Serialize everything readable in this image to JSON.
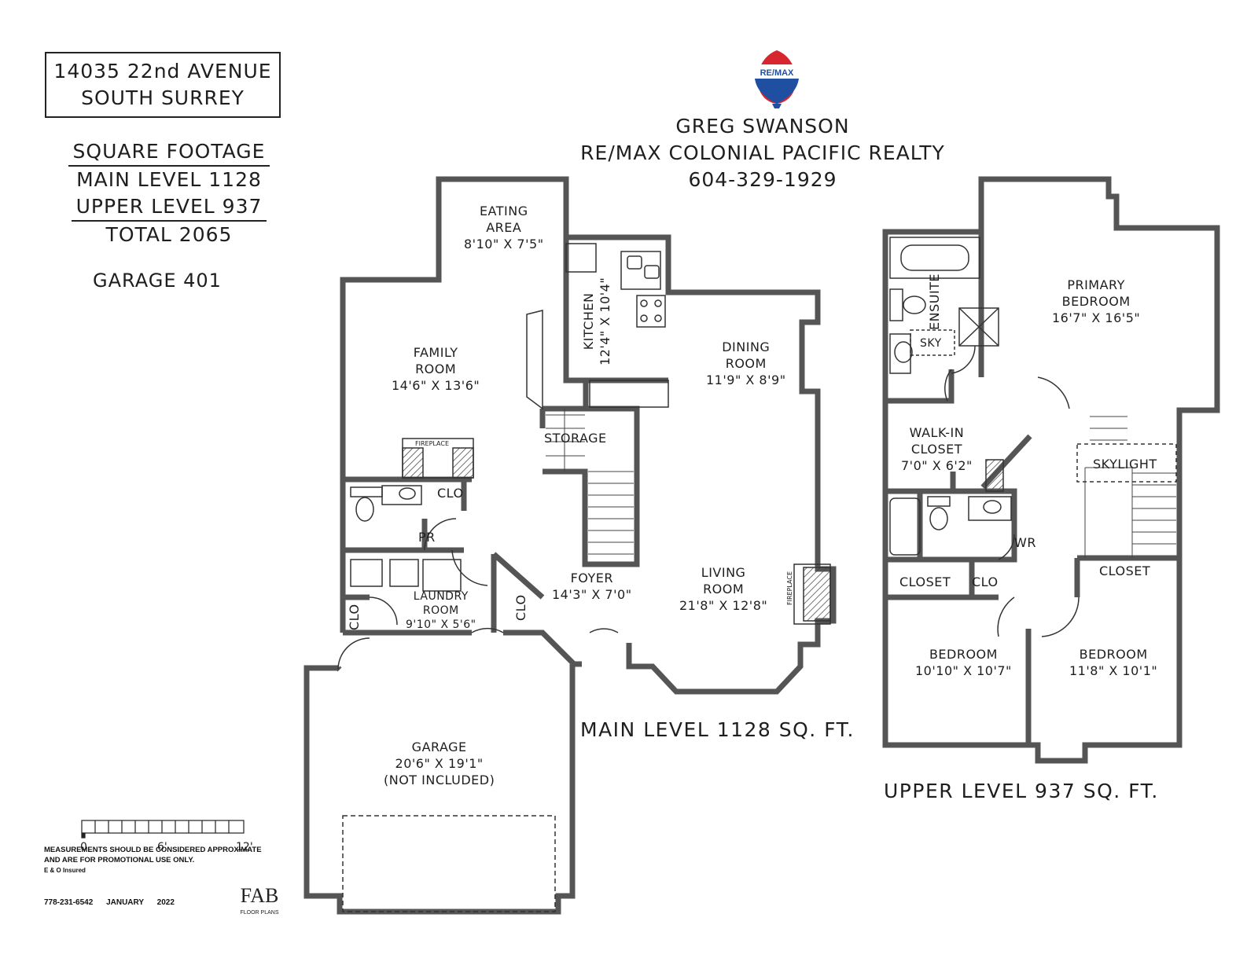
{
  "header": {
    "address_line1": "14035 22nd AVENUE",
    "address_line2": "SOUTH SURREY"
  },
  "square_footage": {
    "title": "SQUARE FOOTAGE",
    "main": "MAIN LEVEL 1128",
    "upper": "UPPER LEVEL 937",
    "total": "TOTAL 2065",
    "garage": "GARAGE 401"
  },
  "agent": {
    "name": "GREG SWANSON",
    "brokerage": "RE/MAX COLONIAL PACIFIC REALTY",
    "phone": "604-329-1929",
    "logo_text": "RE/MAX"
  },
  "main_level": {
    "title": "MAIN LEVEL 1128 SQ. FT.",
    "rooms": {
      "eating": [
        "EATING",
        "AREA",
        "8'10\" X 7'5\""
      ],
      "kitchen": [
        "KITCHEN",
        "12'4\" X 10'4\""
      ],
      "family": [
        "FAMILY",
        "ROOM",
        "14'6\" X 13'6\""
      ],
      "dining": [
        "DINING",
        "ROOM",
        "11'9\" X 8'9\""
      ],
      "storage": "STORAGE",
      "pr": "PR",
      "clo1": "CLO",
      "clo2": "CLO",
      "clo3": "CLO",
      "laundry": [
        "LAUNDRY",
        "ROOM",
        "9'10\" X 5'6\""
      ],
      "foyer": [
        "FOYER",
        "14'3\" X 7'0\""
      ],
      "living": [
        "LIVING",
        "ROOM",
        "21'8\" X 12'8\""
      ],
      "garage": [
        "GARAGE",
        "20'6\" X 19'1\"",
        "(NOT INCLUDED)"
      ],
      "fireplace1": "FIREPLACE",
      "fireplace2": "FIREPLACE"
    }
  },
  "upper_level": {
    "title": "UPPER LEVEL 937 SQ. FT.",
    "rooms": {
      "primary": [
        "PRIMARY",
        "BEDROOM",
        "16'7\" X 16'5\""
      ],
      "ensuite": "ENSUITE",
      "sky": "SKY",
      "walkin": [
        "WALK-IN",
        "CLOSET",
        "7'0\" X 6'2\""
      ],
      "skylight": "SKYLIGHT",
      "wr": "WR",
      "closet1": "CLOSET",
      "clo": "CLO",
      "closet2": "CLOSET",
      "bedroom1": [
        "BEDROOM",
        "10'10\" X 10'7\""
      ],
      "bedroom2": [
        "BEDROOM",
        "11'8\" X 10'1\""
      ]
    }
  },
  "scale": {
    "labels": [
      "0",
      "6'",
      "12'"
    ]
  },
  "footer": {
    "disclaimer1": "MEASUREMENTS SHOULD BE CONSIDERED APPROXIMATE",
    "disclaimer2": "AND ARE FOR PROMOTIONAL USE ONLY.",
    "insured": "E & O Insured",
    "phone": "778-231-6542",
    "date": "JANUARY 2022",
    "fab_logo": "FAB",
    "fab_sub": "FLOOR PLANS"
  },
  "colors": {
    "wall": "#555555",
    "wall_fill": "#7a7a7a",
    "ink": "#1e1e1e",
    "logo_red": "#d8262f",
    "logo_blue": "#1f4fa0"
  }
}
